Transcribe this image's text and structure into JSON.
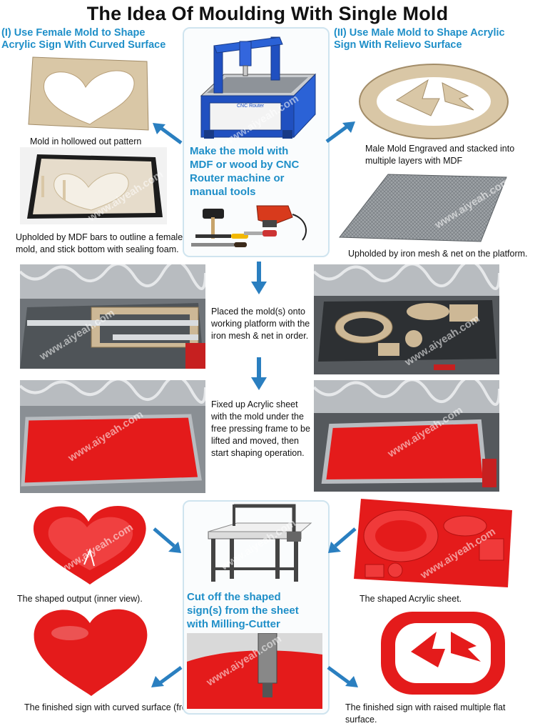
{
  "title": "The Idea Of Moulding With Single Mold",
  "left_heading": {
    "line1": "(I) Use Female Mold to Shape",
    "line2": "Acrylic Sign With Curved Surface"
  },
  "right_heading": {
    "line1": "(II) Use Male Mold to Shape Acrylic",
    "line2": "Sign With Relievo Surface"
  },
  "center_top": {
    "machine_label": "CNC Router",
    "text_lines": [
      "Make the mold with",
      "MDF or wood by CNC",
      "Router machine or",
      "manual tools"
    ]
  },
  "captions": {
    "mold_hollow": "Mold in hollowed out pattern",
    "upholded_mdf_line1": "Upholded by MDF bars to outline a female",
    "upholded_mdf_line2": "mold, and stick bottom with sealing foam.",
    "male_mold_line1": "Male Mold Engraved and stacked into",
    "male_mold_line2": "multiple layers with MDF",
    "iron_mesh": "Upholded by iron mesh & net on the platform.",
    "placed_lines": [
      "Placed the mold(s) onto",
      "working platform with the",
      "iron mesh & net in order."
    ],
    "fixed_lines": [
      "Fixed up Acrylic sheet",
      "with the mold under the",
      "free pressing frame to be",
      "lifted and moved, then",
      "start shaping operation."
    ],
    "shaped_output": "The shaped output (inner view).",
    "shaped_sheet": "The shaped Acrylic sheet.",
    "finished_curved": "The finished sign with curved surface (front view).",
    "finished_flat": "The finished sign with raised multiple flat surface."
  },
  "center_bottom": {
    "text_lines": [
      "Cut off the shaped",
      "sign(s) from the sheet",
      "with Milling-Cutter"
    ]
  },
  "watermark": "www.aiyeah.com",
  "colors": {
    "accent_blue": "#1f8fc8",
    "arrow_blue": "#2a7fc0",
    "acrylic_red": "#e41b1b",
    "mdf_beige": "#d9c7a6"
  }
}
